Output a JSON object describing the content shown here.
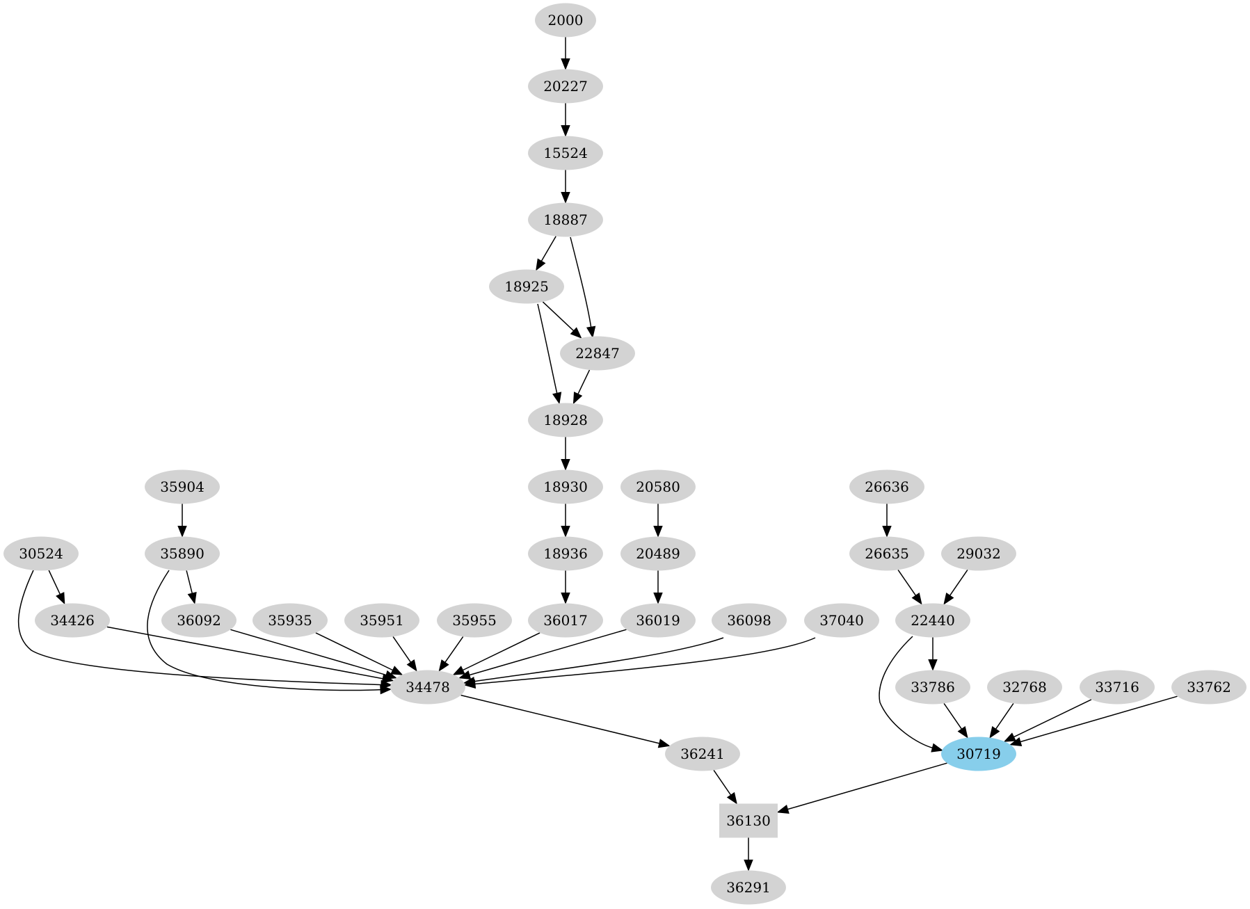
{
  "graph": {
    "type": "directed-graph",
    "default_node_fill": "#d3d3d3",
    "highlight_fill": "#87ceeb",
    "edge_color": "#000000",
    "nodes": [
      {
        "id": "2000",
        "label": "2000",
        "shape": "ellipse"
      },
      {
        "id": "20227",
        "label": "20227",
        "shape": "ellipse"
      },
      {
        "id": "15524",
        "label": "15524",
        "shape": "ellipse"
      },
      {
        "id": "18887",
        "label": "18887",
        "shape": "ellipse"
      },
      {
        "id": "18925",
        "label": "18925",
        "shape": "ellipse"
      },
      {
        "id": "22847",
        "label": "22847",
        "shape": "ellipse"
      },
      {
        "id": "18928",
        "label": "18928",
        "shape": "ellipse"
      },
      {
        "id": "18930",
        "label": "18930",
        "shape": "ellipse"
      },
      {
        "id": "20580",
        "label": "20580",
        "shape": "ellipse"
      },
      {
        "id": "26636",
        "label": "26636",
        "shape": "ellipse"
      },
      {
        "id": "35904",
        "label": "35904",
        "shape": "ellipse"
      },
      {
        "id": "30524",
        "label": "30524",
        "shape": "ellipse"
      },
      {
        "id": "35890",
        "label": "35890",
        "shape": "ellipse"
      },
      {
        "id": "18936",
        "label": "18936",
        "shape": "ellipse"
      },
      {
        "id": "20489",
        "label": "20489",
        "shape": "ellipse"
      },
      {
        "id": "26635",
        "label": "26635",
        "shape": "ellipse"
      },
      {
        "id": "29032",
        "label": "29032",
        "shape": "ellipse"
      },
      {
        "id": "34426",
        "label": "34426",
        "shape": "ellipse"
      },
      {
        "id": "36092",
        "label": "36092",
        "shape": "ellipse"
      },
      {
        "id": "35935",
        "label": "35935",
        "shape": "ellipse"
      },
      {
        "id": "35951",
        "label": "35951",
        "shape": "ellipse"
      },
      {
        "id": "35955",
        "label": "35955",
        "shape": "ellipse"
      },
      {
        "id": "36017",
        "label": "36017",
        "shape": "ellipse"
      },
      {
        "id": "36019",
        "label": "36019",
        "shape": "ellipse"
      },
      {
        "id": "36098",
        "label": "36098",
        "shape": "ellipse"
      },
      {
        "id": "37040",
        "label": "37040",
        "shape": "ellipse"
      },
      {
        "id": "22440",
        "label": "22440",
        "shape": "ellipse"
      },
      {
        "id": "34478",
        "label": "34478",
        "shape": "ellipse"
      },
      {
        "id": "33786",
        "label": "33786",
        "shape": "ellipse"
      },
      {
        "id": "32768",
        "label": "32768",
        "shape": "ellipse"
      },
      {
        "id": "33716",
        "label": "33716",
        "shape": "ellipse"
      },
      {
        "id": "33762",
        "label": "33762",
        "shape": "ellipse"
      },
      {
        "id": "36241",
        "label": "36241",
        "shape": "ellipse"
      },
      {
        "id": "30719",
        "label": "30719",
        "shape": "ellipse",
        "highlighted": true
      },
      {
        "id": "36130",
        "label": "36130",
        "shape": "box"
      },
      {
        "id": "36291",
        "label": "36291",
        "shape": "ellipse"
      }
    ],
    "edges": [
      {
        "from": "2000",
        "to": "20227"
      },
      {
        "from": "20227",
        "to": "15524"
      },
      {
        "from": "15524",
        "to": "18887"
      },
      {
        "from": "18887",
        "to": "18925"
      },
      {
        "from": "18887",
        "to": "22847"
      },
      {
        "from": "18925",
        "to": "22847"
      },
      {
        "from": "18925",
        "to": "18928"
      },
      {
        "from": "22847",
        "to": "18928"
      },
      {
        "from": "18928",
        "to": "18930"
      },
      {
        "from": "18930",
        "to": "18936"
      },
      {
        "from": "18936",
        "to": "36017"
      },
      {
        "from": "20580",
        "to": "20489"
      },
      {
        "from": "20489",
        "to": "36019"
      },
      {
        "from": "35904",
        "to": "35890"
      },
      {
        "from": "35890",
        "to": "36092"
      },
      {
        "from": "35890",
        "to": "34478"
      },
      {
        "from": "30524",
        "to": "34426"
      },
      {
        "from": "30524",
        "to": "34478"
      },
      {
        "from": "34426",
        "to": "34478"
      },
      {
        "from": "36092",
        "to": "34478"
      },
      {
        "from": "35935",
        "to": "34478"
      },
      {
        "from": "35951",
        "to": "34478"
      },
      {
        "from": "35955",
        "to": "34478"
      },
      {
        "from": "36017",
        "to": "34478"
      },
      {
        "from": "36019",
        "to": "34478"
      },
      {
        "from": "36098",
        "to": "34478"
      },
      {
        "from": "37040",
        "to": "34478"
      },
      {
        "from": "26636",
        "to": "26635"
      },
      {
        "from": "26635",
        "to": "22440"
      },
      {
        "from": "29032",
        "to": "22440"
      },
      {
        "from": "22440",
        "to": "33786"
      },
      {
        "from": "22440",
        "to": "30719"
      },
      {
        "from": "33786",
        "to": "30719"
      },
      {
        "from": "32768",
        "to": "30719"
      },
      {
        "from": "33716",
        "to": "30719"
      },
      {
        "from": "33762",
        "to": "30719"
      },
      {
        "from": "34478",
        "to": "36241"
      },
      {
        "from": "36241",
        "to": "36130"
      },
      {
        "from": "30719",
        "to": "36130"
      },
      {
        "from": "36130",
        "to": "36291"
      }
    ]
  }
}
